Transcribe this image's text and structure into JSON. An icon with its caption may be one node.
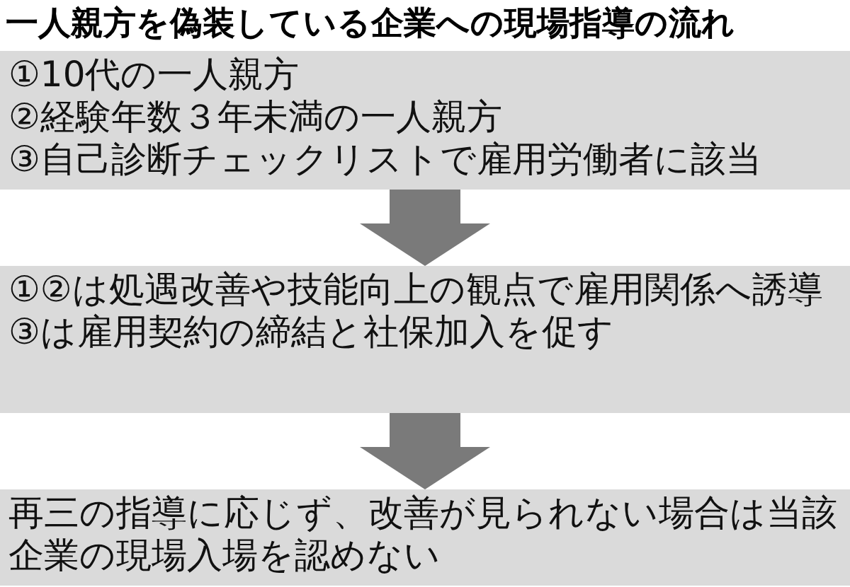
{
  "diagram": {
    "title": "一人親方を偽装している企業への現場指導の流れ",
    "nodes": [
      {
        "text": [
          "①10代の一人親方",
          "②経験年数３年未満の一人親方",
          "③自己診断チェックリストで雇用労働者に該当"
        ]
      },
      {
        "text": [
          "①②は処遇改善や技能向上の観点で雇用関係へ誘導",
          "③は雇用契約の締結と社保加入を促す"
        ]
      },
      {
        "text": [
          "再三の指導に応じず、改善が見られない場合は当該企業の現場入場を認めない"
        ]
      }
    ],
    "edges": [
      {
        "from": 0,
        "to": 1,
        "arrow": "to"
      },
      {
        "from": 1,
        "to": 2,
        "arrow": "to"
      }
    ]
  }
}
